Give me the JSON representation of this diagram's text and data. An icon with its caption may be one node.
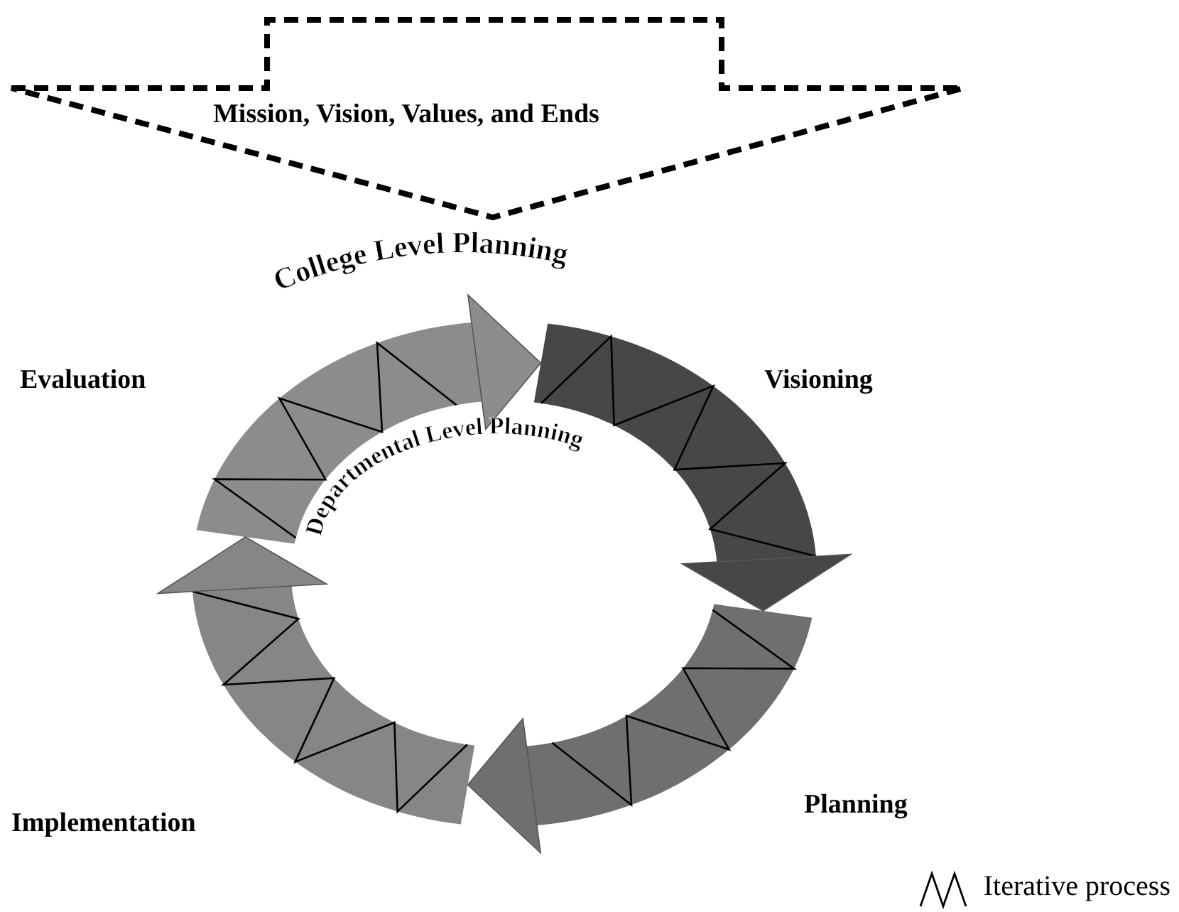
{
  "diagram": {
    "nodes": [
      {
        "text": [
          "Mission, Vision, Values, and Ends"
        ]
      }
    ],
    "edges": [],
    "labels": [
      "College Level Planning",
      "Evaluation",
      "Visioning",
      "Departmental Level Planning",
      "Planning",
      "Implementation"
    ],
    "legend": [
      {
        "text": "Iterative process"
      }
    ]
  }
}
